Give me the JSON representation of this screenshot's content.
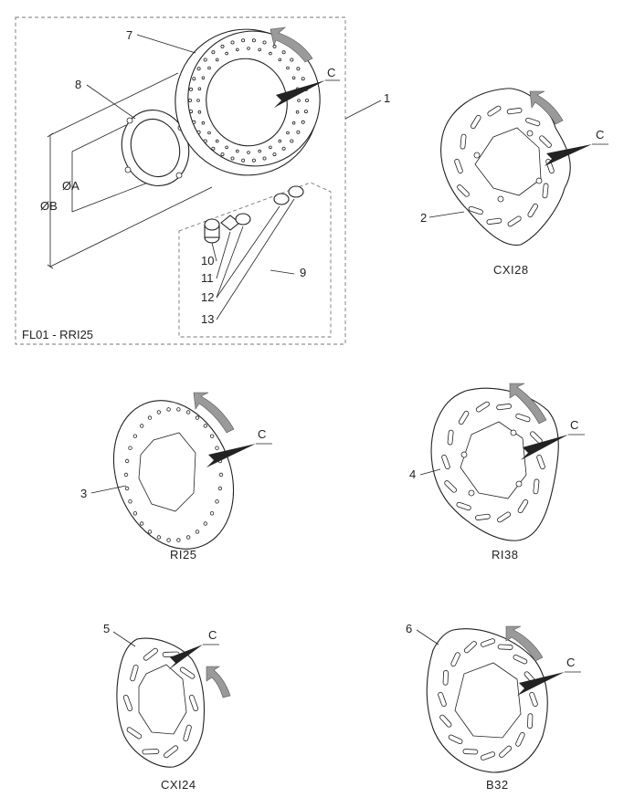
{
  "assembly": {
    "title": "FL01 - RRI25",
    "dimension_labels": [
      "ØA",
      "ØB"
    ],
    "callouts": [
      "7",
      "8",
      "1",
      "10",
      "11",
      "12",
      "13",
      "9"
    ],
    "arrow_label": "C"
  },
  "discs": [
    {
      "number": "2",
      "caption": "CXI28",
      "arrow_label": "C"
    },
    {
      "number": "3",
      "caption": "RI25",
      "arrow_label": "C"
    },
    {
      "number": "4",
      "caption": "RI38",
      "arrow_label": "C"
    },
    {
      "number": "5",
      "caption": "CXI24",
      "arrow_label": "C"
    },
    {
      "number": "6",
      "caption": "B32",
      "arrow_label": "C"
    }
  ],
  "colors": {
    "line": "#222222",
    "rotation_arrow": "#9a9a9a",
    "frame": "#777777"
  }
}
